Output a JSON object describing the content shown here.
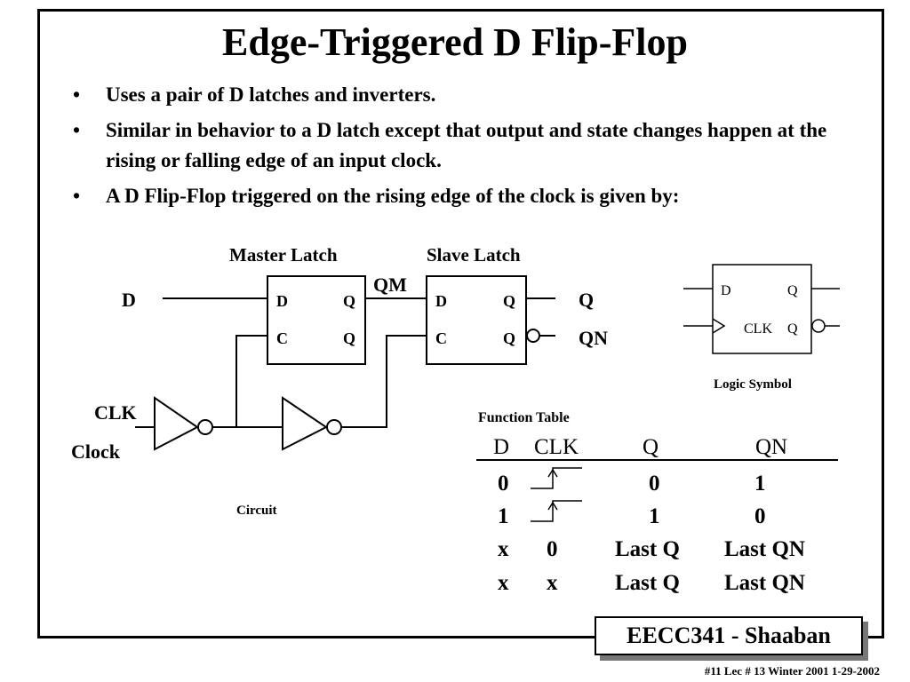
{
  "slide": {
    "title": "Edge-Triggered D Flip-Flop",
    "bullets": [
      {
        "marker": "•",
        "text": "Uses a pair of D latches and inverters."
      },
      {
        "marker": "•",
        "text": "Similar in behavior to a D latch except that output and state changes happen at the rising or falling edge of an input clock."
      },
      {
        "marker": "•",
        "text": "A D Flip-Flop triggered on the rising edge of the clock is given by:"
      }
    ]
  },
  "circuit": {
    "master_label": "Master Latch",
    "slave_label": "Slave Latch",
    "qm_label": "QM",
    "input_d": "D",
    "input_clk": "CLK",
    "input_clock": "Clock",
    "master_pins": {
      "d": "D",
      "c": "C",
      "q": "Q",
      "qn": "Q"
    },
    "slave_pins": {
      "d": "D",
      "c": "C",
      "q": "Q",
      "qn": "Q"
    },
    "output_q": "Q",
    "output_qn": "QN",
    "caption": "Circuit"
  },
  "logic_symbol": {
    "pin_d": "D",
    "pin_q": "Q",
    "pin_clk": "CLK",
    "pin_qn": "Q",
    "caption": "Logic Symbol"
  },
  "function_table": {
    "title": "Function Table",
    "headers": [
      "D",
      "CLK",
      "Q",
      "QN"
    ],
    "rows": [
      {
        "d": "0",
        "clk": "rising-edge",
        "q": "0",
        "qn": "1"
      },
      {
        "d": "1",
        "clk": "rising-edge",
        "q": "1",
        "qn": "0"
      },
      {
        "d": "x",
        "clk": "0",
        "q": "Last Q",
        "qn": "Last QN"
      },
      {
        "d": "x",
        "clk": "x",
        "q": "Last Q",
        "qn": "Last QN"
      }
    ]
  },
  "footer": {
    "brand": "EECC341 - Shaaban",
    "meta": "#11   Lec # 13   Winter 2001  1-29-2002"
  }
}
